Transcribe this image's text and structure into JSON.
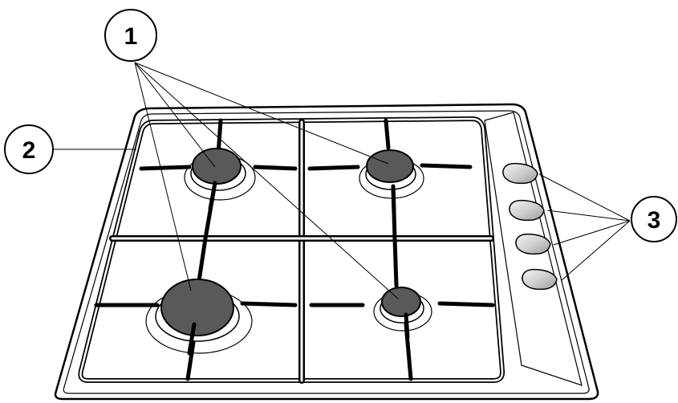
{
  "callouts": {
    "burners": "1",
    "pan_support": "2",
    "control_knobs": "3"
  },
  "colors": {
    "outline": "#000000",
    "burner_cap": "#595959",
    "knob": "#c8c8c8",
    "background": "#ffffff"
  }
}
